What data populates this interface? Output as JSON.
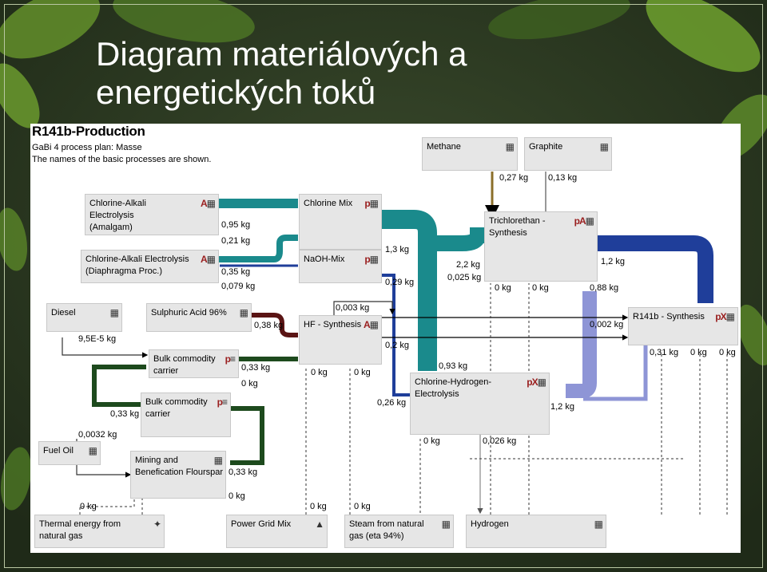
{
  "slide": {
    "title_line1": "Diagram materiálových a",
    "title_line2": "energetických toků"
  },
  "diagram": {
    "title": "R141b-Production",
    "subtitle1": "GaBi 4 process plan: Masse",
    "subtitle2": "The names of the basic processes are shown.",
    "boxes": {
      "methane": "Methane",
      "graphite": "Graphite",
      "ca_amalgam_1": "Chlorine-Alkali Electrolysis",
      "ca_amalgam_2": "(Amalgam)",
      "chlorine_mix": "Chlorine Mix",
      "trichlor_1": "Trichlorethan -",
      "trichlor_2": "Synthesis",
      "ca_diaphragma_1": "Chlorine-Alkali Electrolysis",
      "ca_diaphragma_2": "(Diaphragma Proc.)",
      "naoh_mix": "NaOH-Mix",
      "diesel": "Diesel",
      "sulphuric": "Sulphuric Acid 96%",
      "hf_synthesis": "HF - Synthesis",
      "r141b": "R141b - Synthesis",
      "bulk1_1": "Bulk commodity",
      "bulk1_2": "carrier",
      "chh_1": "Chlorine-Hydrogen-",
      "chh_2": "Electrolysis",
      "bulk2_1": "Bulk commodity",
      "bulk2_2": "carrier",
      "fuel_oil": "Fuel Oil",
      "mining_1": "Mining and",
      "mining_2": "Benefication Flourspar",
      "thermal_1": "Thermal energy from",
      "thermal_2": "natural gas",
      "power_grid": "Power Grid Mix",
      "steam_1": "Steam from natural",
      "steam_2": "gas (eta 94%)",
      "hydrogen": "Hydrogen"
    },
    "icons": {
      "plan": "p",
      "agg": "A",
      "exclude": "X"
    },
    "flow_labels": {
      "methane_out": "0,27 kg",
      "graphite_out": "0,13 kg",
      "ca_amalgam_a": "0,95 kg",
      "ca_amalgam_b": "0,21 kg",
      "chlorine_mix_out": "1,3 kg",
      "ca_diaphragma_a": "0,35 kg",
      "ca_diaphragma_b": "0,079 kg",
      "to_trichlor_a": "2,2 kg",
      "to_trichlor_b": "0,025 kg",
      "naoh_out": "0,29 kg",
      "trichlor_out": "1,2 kg",
      "trichlor_0a": "0 kg",
      "trichlor_0b": "0 kg",
      "trichlor_088": "0,88 kg",
      "hf_in": "0,003 kg",
      "sulphuric_out": "0,38 kg",
      "diesel_out": "9,5E-5 kg",
      "hf_to_r141b": "0,002 kg",
      "hf_02": "0,2 kg",
      "bulk1_a": "0,33 kg",
      "bulk1_b": "0 kg",
      "hf_0a": "0 kg",
      "hf_0b": "0 kg",
      "chh_093": "0,93 kg",
      "chh_026": "0,26 kg",
      "chh_12": "1,2 kg",
      "r141b_031": "0,31 kg",
      "r141b_0a": "0 kg",
      "r141b_0b": "0 kg",
      "bulk2_in": "0,33 kg",
      "fuel_oil_out": "0,0032 kg",
      "mining_out": "0,33 kg",
      "mining_0": "0 kg",
      "chh_0": "0 kg",
      "chh_0026": "0,026 kg",
      "thermal_0": "0 kg",
      "power_0": "0 kg",
      "steam_0": "0 kg"
    },
    "colors": {
      "teal": "#1a8a8c",
      "navy": "#1f3e9a",
      "lavender": "#8e95d6",
      "dark_green": "#1d4a1d",
      "maroon": "#5a1414",
      "box_fill": "#e6e6e6"
    }
  }
}
